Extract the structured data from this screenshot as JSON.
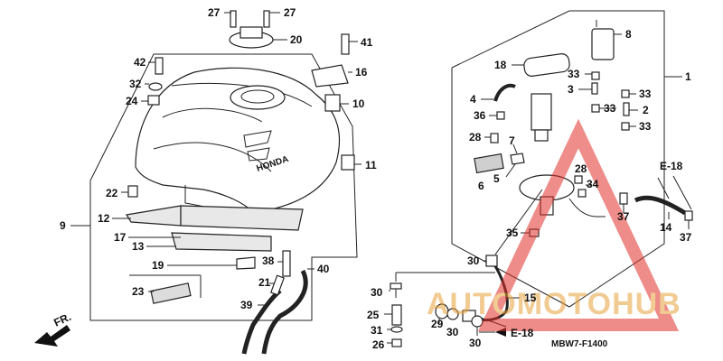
{
  "diagram": {
    "drawing_code": "MBW7-F1400",
    "direction_label": "FR.",
    "ref_labels": [
      "E-18",
      "E-18"
    ],
    "watermark": "AUTOMOTOHUB",
    "logo_text": "HONDA",
    "callouts": {
      "c27a": "27",
      "c27b": "27",
      "c20": "20",
      "c41": "41",
      "c42": "42",
      "c16": "16",
      "c32": "32",
      "c24": "24",
      "c10": "10",
      "c11": "11",
      "c22": "22",
      "c9": "9",
      "c12": "12",
      "c17": "17",
      "c13": "13",
      "c19": "19",
      "c23": "23",
      "c38": "38",
      "c40": "40",
      "c21": "21",
      "c39": "39",
      "c8": "8",
      "c18": "18",
      "c33a": "33",
      "c1": "1",
      "c4": "4",
      "c3": "3",
      "c33b": "33",
      "c33c": "33",
      "c2": "2",
      "c36": "36",
      "c33d": "33",
      "c28a": "28",
      "c7": "7",
      "c28b": "28",
      "c34": "34",
      "c5": "5",
      "c6": "6",
      "c37a": "37",
      "c14": "14",
      "c37b": "37",
      "c35": "35",
      "c30a": "30",
      "c30b": "30",
      "c15": "15",
      "c25": "25",
      "c29": "29",
      "c30c": "30",
      "c31": "31",
      "c26": "26",
      "c30d": "30"
    }
  }
}
